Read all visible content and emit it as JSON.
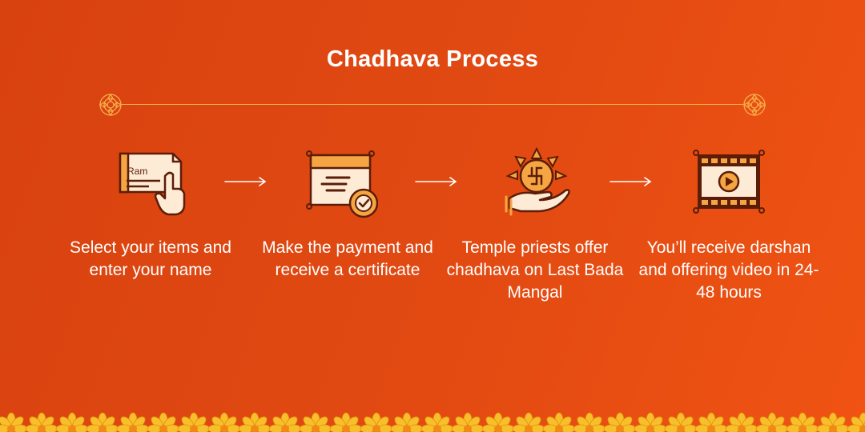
{
  "title": "Chadhava Process",
  "colors": {
    "background": "#e24a12",
    "accent": "#f6b04a",
    "icon_dark": "#5b1d08",
    "text": "#ffffff"
  },
  "steps": [
    {
      "icon": "name-slip-hand-icon",
      "slip_text": "Ram",
      "text": "Select your items and enter your name"
    },
    {
      "icon": "certificate-badge-icon",
      "text": "Make the payment and receive a certificate"
    },
    {
      "icon": "temple-offering-hand-icon",
      "text": "Temple priests offer chadhava on Last Bada Mangal"
    },
    {
      "icon": "video-film-icon",
      "text": "You’ll receive darshan and offering video in 24-48 hours"
    }
  ]
}
